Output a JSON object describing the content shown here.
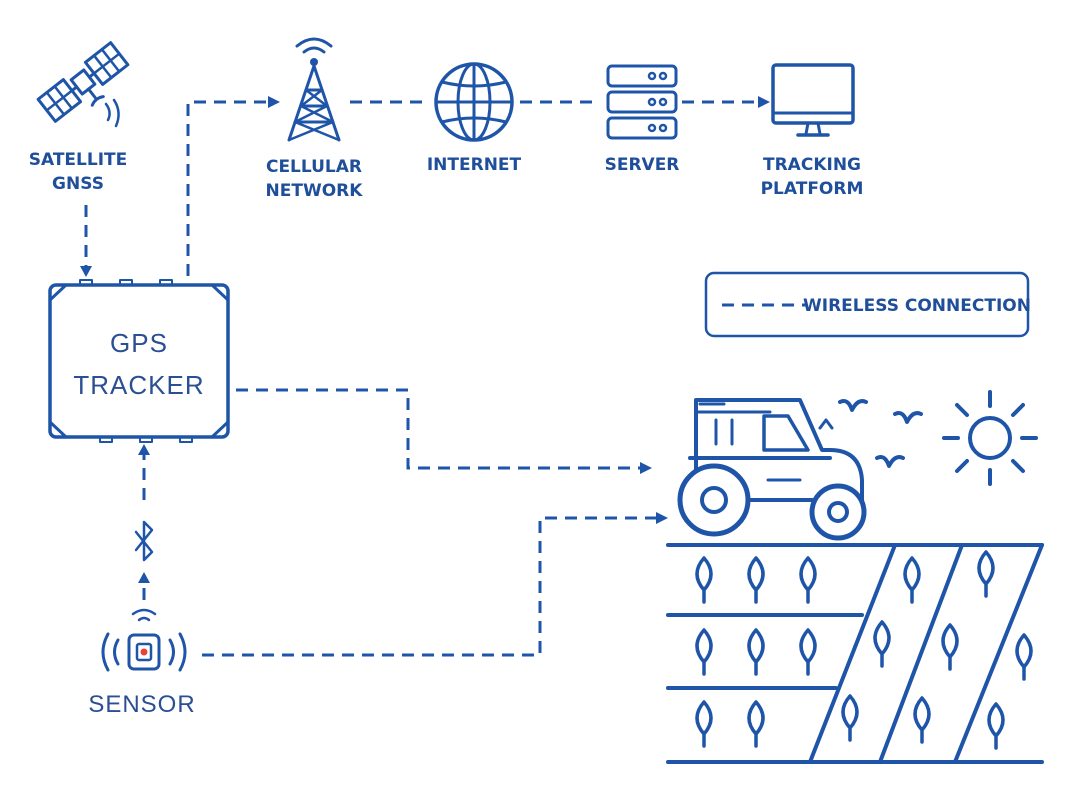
{
  "nodes": {
    "satellite": {
      "label_line1": "SATELLITE",
      "label_line2": "GNSS",
      "icon": "satellite-icon"
    },
    "cellular": {
      "label_line1": "CELLULAR",
      "label_line2": "NETWORK",
      "icon": "cell-tower-icon"
    },
    "internet": {
      "label": "INTERNET",
      "icon": "globe-icon"
    },
    "server": {
      "label": "SERVER",
      "icon": "server-icon"
    },
    "platform": {
      "label_line1": "TRACKING",
      "label_line2": "PLATFORM",
      "icon": "monitor-icon"
    },
    "tracker": {
      "label_line1": "GPS",
      "label_line2": "TRACKER"
    },
    "sensor": {
      "label": "SENSOR",
      "icon": "sensor-icon"
    },
    "bluetooth": {
      "icon": "bluetooth-icon"
    },
    "farm": {
      "icons": [
        "tractor-icon",
        "bird-icon",
        "sun-icon",
        "field-icon",
        "plant-icon"
      ]
    }
  },
  "legend": {
    "label": "WIRELESS CONNECTION"
  },
  "colors": {
    "primary": "#1f55a8",
    "text": "#2a4f92",
    "background": "#ffffff"
  }
}
